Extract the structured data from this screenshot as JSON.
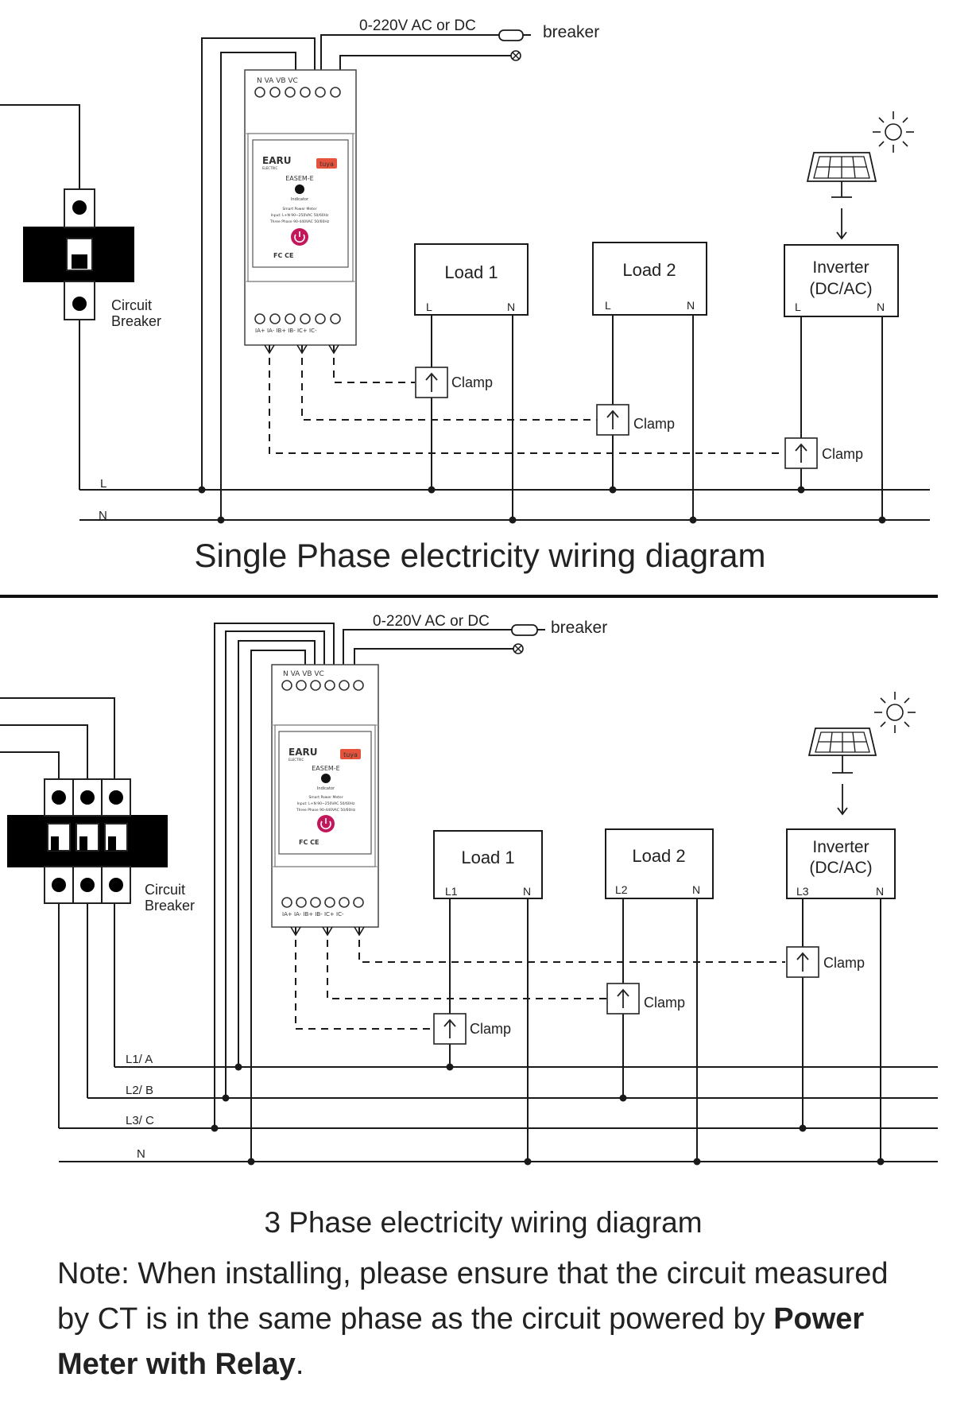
{
  "diagram1": {
    "title": "Single Phase electricity wiring diagram",
    "supply_label": "0-220V AC or DC",
    "breaker_label": "breaker",
    "circuit_breaker_label": [
      "Circuit",
      "Breaker"
    ],
    "line_labels": [
      "L",
      "N"
    ],
    "loads": [
      {
        "name": "Load 1",
        "left": "L",
        "right": "N"
      },
      {
        "name": "Load 2",
        "left": "L",
        "right": "N"
      }
    ],
    "inverter": {
      "name": [
        "Inverter",
        "(DC/AC)"
      ],
      "left": "L",
      "right": "N"
    },
    "clamp_label": "Clamp"
  },
  "diagram2": {
    "title": "3 Phase electricity wiring diagram",
    "supply_label": "0-220V AC or DC",
    "breaker_label": "breaker",
    "circuit_breaker_label": [
      "Circuit",
      "Breaker"
    ],
    "line_labels": [
      "L1/ A",
      "L2/ B",
      "L3/ C",
      "N"
    ],
    "loads": [
      {
        "name": "Load 1",
        "left": "L1",
        "right": "N"
      },
      {
        "name": "Load 2",
        "left": "L2",
        "right": "N"
      }
    ],
    "inverter": {
      "name": [
        "Inverter",
        "(DC/AC)"
      ],
      "left": "L3",
      "right": "N"
    },
    "clamp_label": "Clamp"
  },
  "meter": {
    "top_terminals": "N  VA  VB  VC",
    "bottom_terminals": "IA+  IA-  IB+  IB-  IC+  IC-",
    "brand": "EARU",
    "brand_sub": "ELECTRIC",
    "badge": "tuya",
    "model": "EASEM-E",
    "indicator": "Indicator",
    "spec_lines": [
      "Smart Power Meter",
      "Input: L+N 90~250VAC 50/60Hz",
      "Three Phase 90-440VAC 50/60Hz"
    ],
    "cert": "FC CE"
  },
  "note": {
    "prefix": "Note:  When installing, please ensure that the circuit measured by CT is in the same phase as the circuit powered by ",
    "bold": "Power Meter with Relay",
    "suffix": "."
  },
  "colors": {
    "line": "#1a1a1a",
    "power_button": "#c2185b",
    "badge": "#e5533d",
    "brand": "#c0392b"
  }
}
